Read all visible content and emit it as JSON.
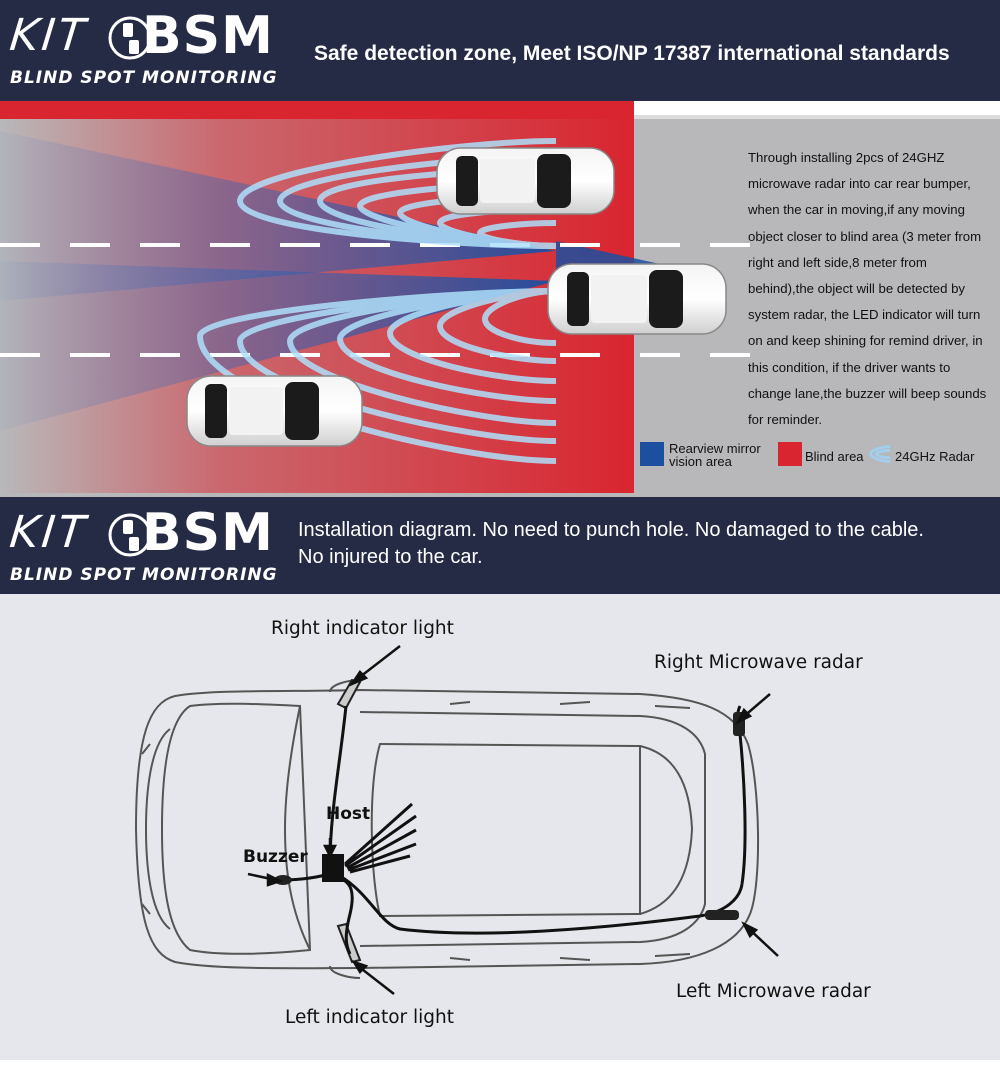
{
  "brand": {
    "kit": "KIT",
    "bsm": "BSM",
    "subtitle": "BLIND SPOT MONITORING"
  },
  "header1": {
    "text": "Safe detection zone,  Meet ISO/NP 17387 international standards"
  },
  "description": "Through installing 2pcs of 24GHZ microwave radar into car rear bumper, when the car in moving,if any moving object closer to blind area (3 meter from right and left side,8 meter from behind),the object will be detected by system radar, the LED indicator will turn on and keep shining for remind driver, in this condition, if the driver wants to change lane,the buzzer will beep sounds for reminder.",
  "legend": [
    {
      "label_line1": "Rearview mirror",
      "label_line2": "vision area",
      "color": "#1d4fa0"
    },
    {
      "label_line1": "Blind area",
      "label_line2": "",
      "color": "#d9252f"
    },
    {
      "label_line1": "24GHz Radar",
      "label_line2": "",
      "color": "#9fd0ef"
    }
  ],
  "header2": {
    "line1": "Installation diagram. No need to punch hole. No damaged to the cable.",
    "line2": "No injured to the car."
  },
  "labels": {
    "right_indicator": "Right indicator light",
    "right_radar": "Right Microwave radar",
    "host": "Host",
    "buzzer": "Buzzer",
    "left_radar": "Left Microwave radar",
    "left_indicator": "Left indicator light"
  },
  "colors": {
    "band": "#262b45",
    "road": "#b8b8ba",
    "blind": "#d9252f",
    "mirror": "#1d4fa0",
    "radar": "#9fd0ef",
    "install_bg": "#e6e7ec"
  }
}
